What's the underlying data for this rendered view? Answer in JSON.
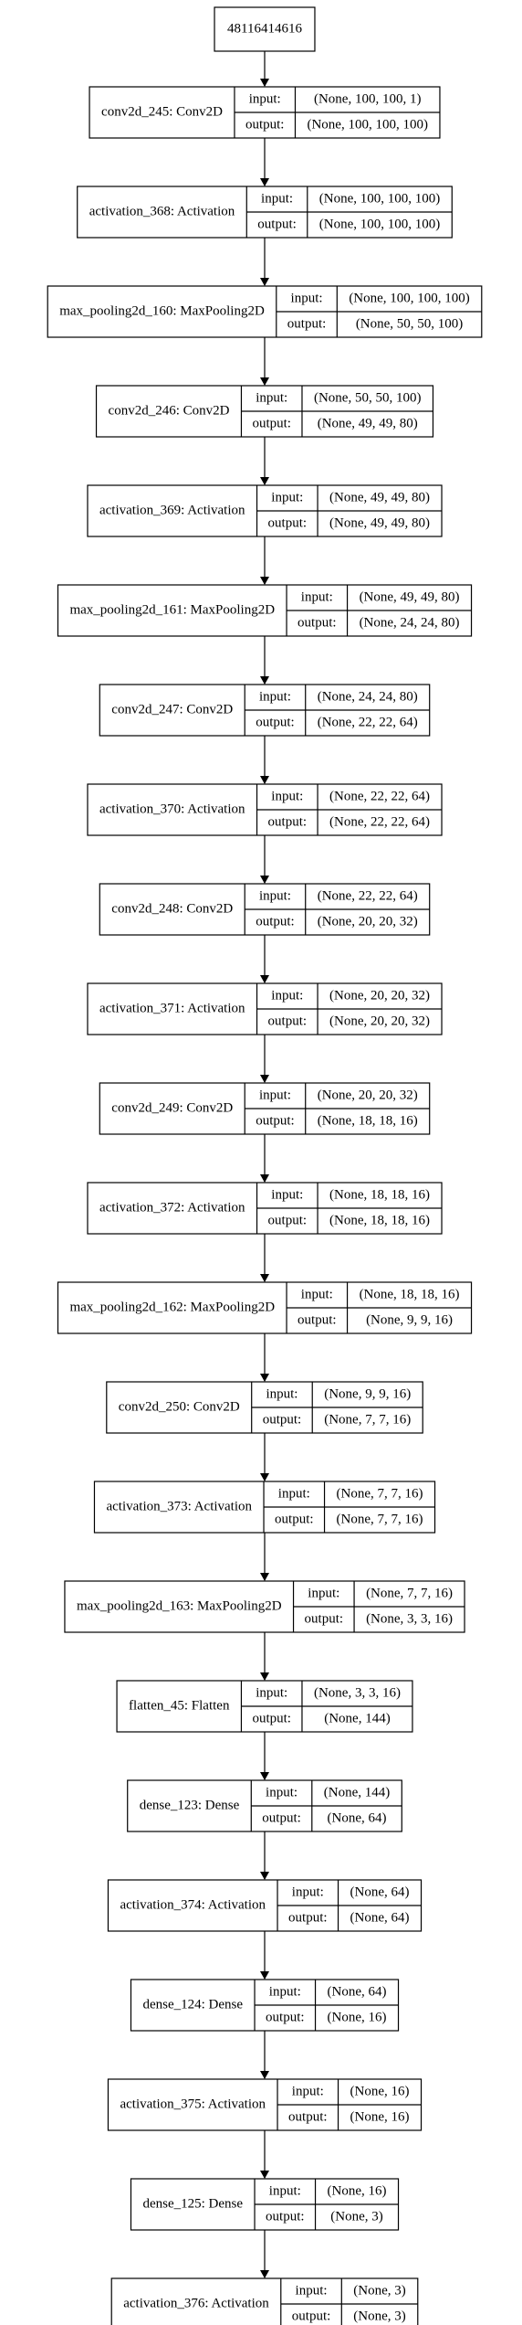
{
  "input_node": {
    "label": "48116414616"
  },
  "port_labels": {
    "input": "input:",
    "output": "output:"
  },
  "layers": [
    {
      "name": "conv2d_245: Conv2D",
      "input": "(None, 100, 100, 1)",
      "output": "(None, 100, 100, 100)"
    },
    {
      "name": "activation_368: Activation",
      "input": "(None, 100, 100, 100)",
      "output": "(None, 100, 100, 100)"
    },
    {
      "name": "max_pooling2d_160: MaxPooling2D",
      "input": "(None, 100, 100, 100)",
      "output": "(None, 50, 50, 100)"
    },
    {
      "name": "conv2d_246: Conv2D",
      "input": "(None, 50, 50, 100)",
      "output": "(None, 49, 49, 80)"
    },
    {
      "name": "activation_369: Activation",
      "input": "(None, 49, 49, 80)",
      "output": "(None, 49, 49, 80)"
    },
    {
      "name": "max_pooling2d_161: MaxPooling2D",
      "input": "(None, 49, 49, 80)",
      "output": "(None, 24, 24, 80)"
    },
    {
      "name": "conv2d_247: Conv2D",
      "input": "(None, 24, 24, 80)",
      "output": "(None, 22, 22, 64)"
    },
    {
      "name": "activation_370: Activation",
      "input": "(None, 22, 22, 64)",
      "output": "(None, 22, 22, 64)"
    },
    {
      "name": "conv2d_248: Conv2D",
      "input": "(None, 22, 22, 64)",
      "output": "(None, 20, 20, 32)"
    },
    {
      "name": "activation_371: Activation",
      "input": "(None, 20, 20, 32)",
      "output": "(None, 20, 20, 32)"
    },
    {
      "name": "conv2d_249: Conv2D",
      "input": "(None, 20, 20, 32)",
      "output": "(None, 18, 18, 16)"
    },
    {
      "name": "activation_372: Activation",
      "input": "(None, 18, 18, 16)",
      "output": "(None, 18, 18, 16)"
    },
    {
      "name": "max_pooling2d_162: MaxPooling2D",
      "input": "(None, 18, 18, 16)",
      "output": "(None, 9, 9, 16)"
    },
    {
      "name": "conv2d_250: Conv2D",
      "input": "(None, 9, 9, 16)",
      "output": "(None, 7, 7, 16)"
    },
    {
      "name": "activation_373: Activation",
      "input": "(None, 7, 7, 16)",
      "output": "(None, 7, 7, 16)"
    },
    {
      "name": "max_pooling2d_163: MaxPooling2D",
      "input": "(None, 7, 7, 16)",
      "output": "(None, 3, 3, 16)"
    },
    {
      "name": "flatten_45: Flatten",
      "input": "(None, 3, 3, 16)",
      "output": "(None, 144)"
    },
    {
      "name": "dense_123: Dense",
      "input": "(None, 144)",
      "output": "(None, 64)"
    },
    {
      "name": "activation_374: Activation",
      "input": "(None, 64)",
      "output": "(None, 64)"
    },
    {
      "name": "dense_124: Dense",
      "input": "(None, 64)",
      "output": "(None, 16)"
    },
    {
      "name": "activation_375: Activation",
      "input": "(None, 16)",
      "output": "(None, 16)"
    },
    {
      "name": "dense_125: Dense",
      "input": "(None, 16)",
      "output": "(None, 3)"
    },
    {
      "name": "activation_376: Activation",
      "input": "(None, 3)",
      "output": "(None, 3)"
    }
  ]
}
